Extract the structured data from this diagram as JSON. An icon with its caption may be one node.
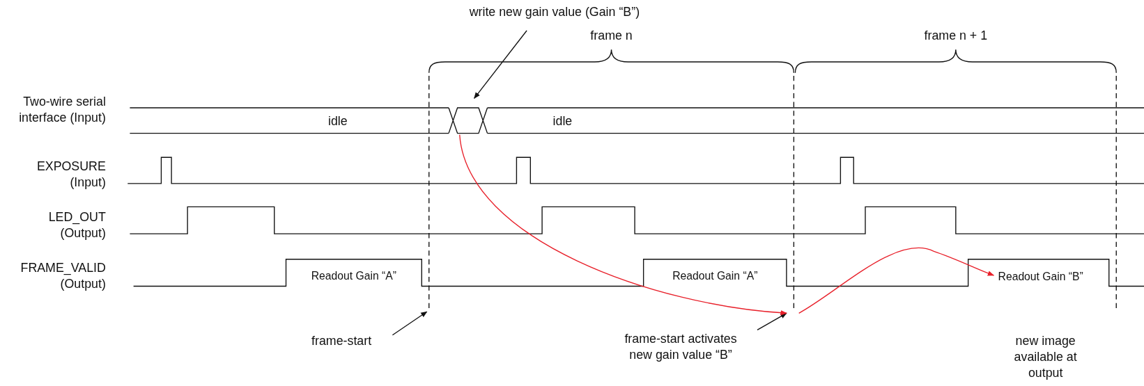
{
  "diagram": {
    "nodes": [
      {
        "text": [
          "write new gain value (Gain “B”)"
        ]
      },
      {
        "text": [],
        "shape": "diamond"
      },
      {
        "text": [
          "frame-start"
        ]
      },
      {
        "text": [],
        "shape": "line"
      },
      {
        "text": [
          "frame-start activates new gain value “B”"
        ]
      },
      {
        "text": [],
        "shape": "line"
      },
      {
        "text": [
          "Readout Gain “B”"
        ]
      }
    ],
    "edges": [
      {
        "from": 0,
        "to": 1,
        "arrow": "to"
      },
      {
        "from": 2,
        "to": 3,
        "arrow": "to"
      },
      {
        "from": 4,
        "to": 5,
        "arrow": "to"
      },
      {
        "from": 1,
        "to": 5,
        "arrow": "to",
        "color": "#e8202a"
      },
      {
        "from": 5,
        "to": 6,
        "arrow": "to",
        "color": "#e8202a"
      }
    ],
    "labels": [
      "frame n",
      "frame n + 1",
      "Two-wire serial interface (Input)",
      "idle",
      "idle",
      "EXPOSURE (Input)",
      "LED_OUT (Output)",
      "FRAME_VALID (Output)",
      "Readout Gain “A”",
      "Readout Gain “A”",
      "new image available at output"
    ]
  }
}
